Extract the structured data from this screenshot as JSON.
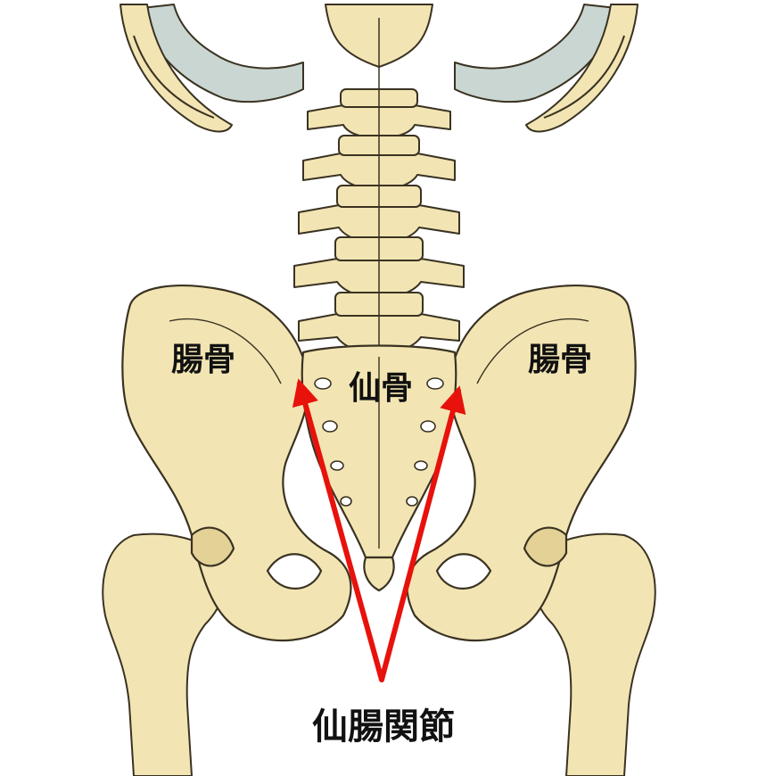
{
  "labels": {
    "ilium_left": "腸骨",
    "ilium_right": "腸骨",
    "sacrum": "仙骨",
    "sacroiliac_joint": "仙腸関節"
  },
  "colors": {
    "bone": "#f2e5b3",
    "bone_shade": "#e3d196",
    "bone_outline": "#3a3222",
    "cartilage": "#c9d6d2",
    "arrow": "#e8120c",
    "text": "#111111"
  },
  "icons": {
    "arrow_head": "arrowhead-icon"
  }
}
